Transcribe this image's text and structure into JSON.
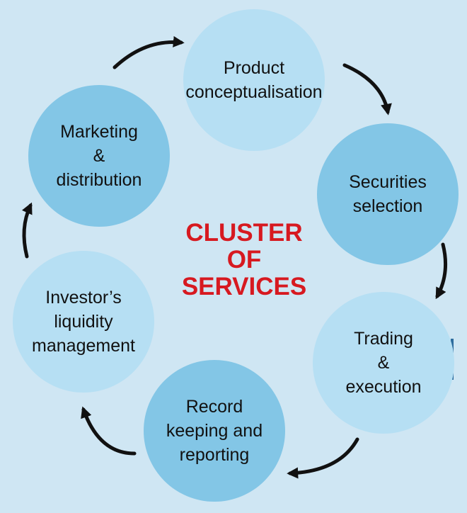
{
  "diagram": {
    "center_title": [
      "CLUSTER",
      "OF",
      "SERVICES"
    ],
    "nodes": [
      {
        "id": "product",
        "lines": [
          "Product",
          "conceptualisation"
        ]
      },
      {
        "id": "securities",
        "lines": [
          "Securities",
          "selection"
        ]
      },
      {
        "id": "trading",
        "lines": [
          "Trading",
          "&",
          "execution"
        ]
      },
      {
        "id": "record",
        "lines": [
          "Record",
          "keeping and",
          "reporting"
        ]
      },
      {
        "id": "investor",
        "lines": [
          "Investor’s",
          "liquidity",
          "management"
        ]
      },
      {
        "id": "marketing",
        "lines": [
          "Marketing",
          "&",
          "distribution"
        ]
      }
    ],
    "colors": {
      "background": "#cfe6f3",
      "circle_dark": "#83c6e6",
      "circle_light": "#b6dff3",
      "title": "#d71920",
      "arrow": "#111111"
    }
  }
}
